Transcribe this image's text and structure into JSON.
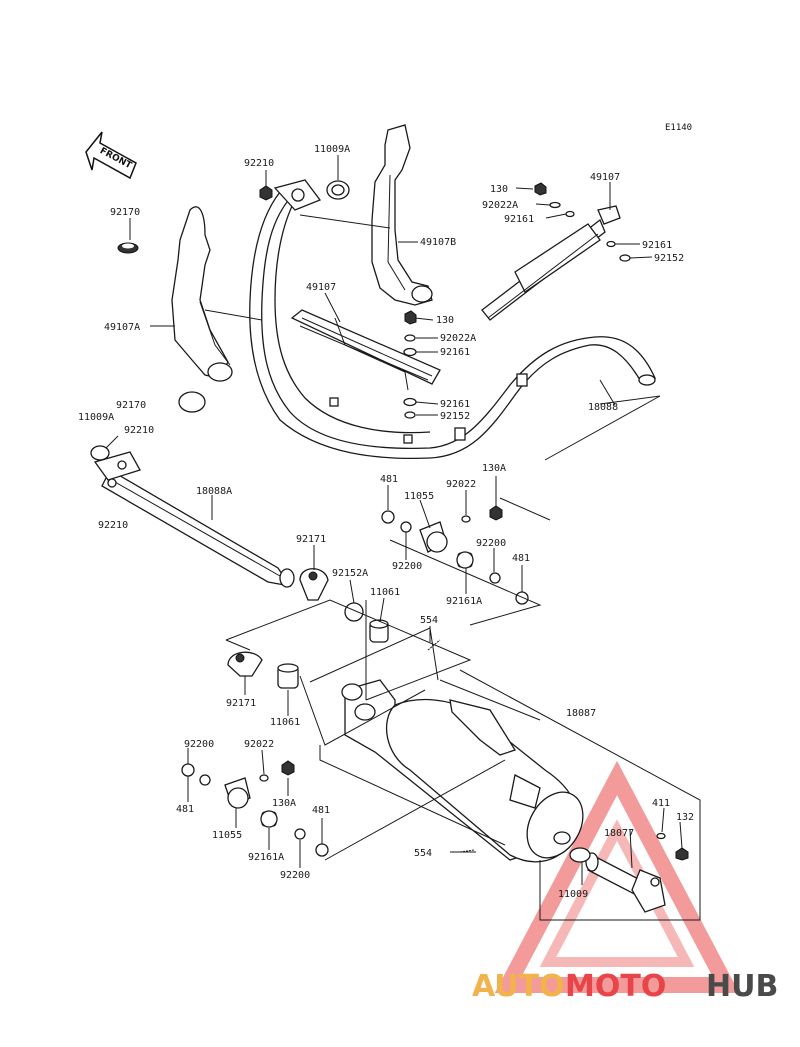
{
  "diagram_code": "E1140",
  "front_label": "FRONT",
  "watermark": {
    "part1": "AUTO",
    "part2": "MOTO",
    "part3": "HUB",
    "color1": "#f2b24c",
    "color2": "#e8454a",
    "color3": "#4a4a4a"
  },
  "labels": {
    "p92210_top": "92210",
    "p11009A_top": "11009A",
    "p92170_left": "92170",
    "p49107A": "49107A",
    "p49107B": "49107B",
    "p49107_mid": "49107",
    "p49107_right": "49107",
    "p130_right_top": "130",
    "p92022A_right_top": "92022A",
    "p92161_right_top": "92161",
    "p92161_right_mid": "92161",
    "p92152_right_mid": "92152",
    "p130_mid": "130",
    "p92022A_mid": "92022A",
    "p92161_mid": "92161",
    "p92161_lower": "92161",
    "p92152_lower": "92152",
    "p18088": "18088",
    "p92170_mid": "92170",
    "p11009A_mid": "11009A",
    "p92210_mid": "92210",
    "p92210_low": "92210",
    "p18088A": "18088A",
    "p481_r1": "481",
    "p11055_r": "11055",
    "p92022_r": "92022",
    "p130A_r": "130A",
    "p92200_r1": "92200",
    "p92200_r2": "92200",
    "p92161A_r": "92161A",
    "p481_r2": "481",
    "p92171_a": "92171",
    "p92152A": "92152A",
    "p11061_a": "11061",
    "p554_a": "554",
    "p92171_b": "92171",
    "p11061_b": "11061",
    "p18087": "18087",
    "p92200_l1": "92200",
    "p92022_l": "92022",
    "p481_l1": "481",
    "p130A_l": "130A",
    "p481_l2": "481",
    "p11055_l": "11055",
    "p92161A_l": "92161A",
    "p92200_l2": "92200",
    "p554_b": "554",
    "p411": "411",
    "p132": "132",
    "p18077": "18077",
    "p11009": "11009"
  }
}
